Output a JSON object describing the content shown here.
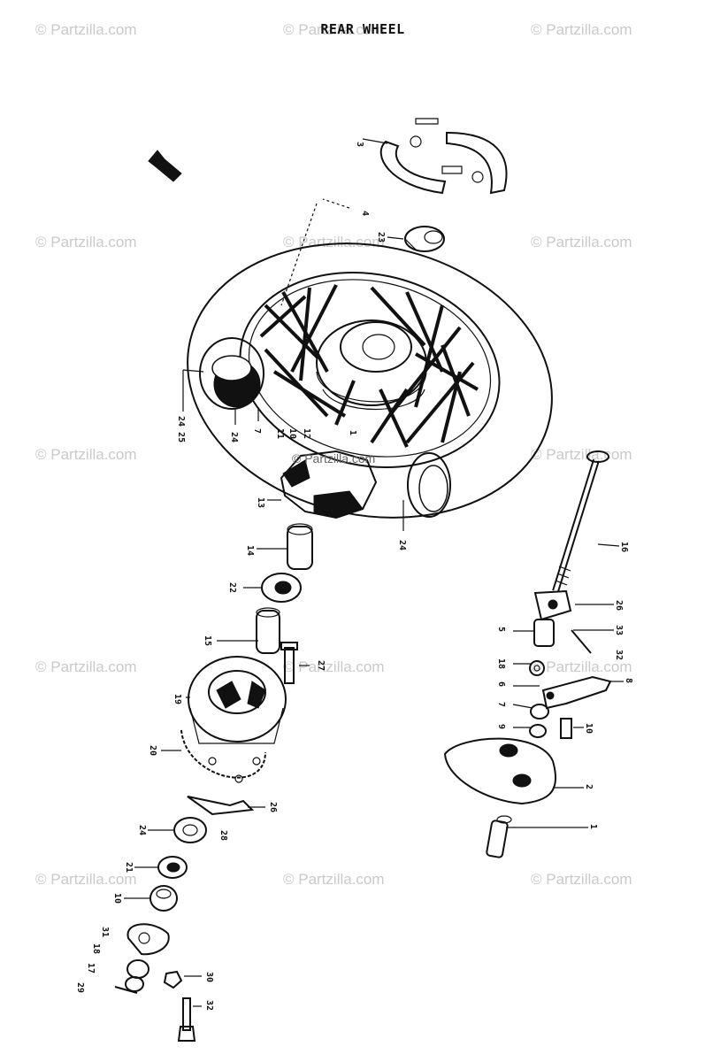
{
  "title": "REAR WHEEL",
  "watermark_text": "© Partzilla.com",
  "center_watermark_text": "© Partzilla.com",
  "callouts": {
    "c3": "3",
    "c4": "4",
    "c23": "23",
    "c2425": "24 25",
    "c24": "24",
    "c7": "7",
    "c11": "11",
    "c10": "10",
    "c12": "12",
    "c1": "1",
    "c13": "13",
    "c24b": "24",
    "c14": "14",
    "c22": "22",
    "c15": "15",
    "c27": "27",
    "c19": "19",
    "c20": "20",
    "c26": "26",
    "c24c": "24",
    "c28": "28",
    "c21": "21",
    "c10b": "10",
    "c31": "31",
    "c18": "18",
    "c17": "17",
    "c29": "29",
    "c30": "30",
    "c32": "32",
    "r16": "16",
    "r26": "26",
    "r5": "5",
    "r33": "33",
    "r32": "32",
    "r18": "18",
    "r6": "6",
    "r8": "8",
    "r7": "7",
    "r9": "9",
    "r10": "10",
    "r2": "2",
    "r1": "1"
  }
}
